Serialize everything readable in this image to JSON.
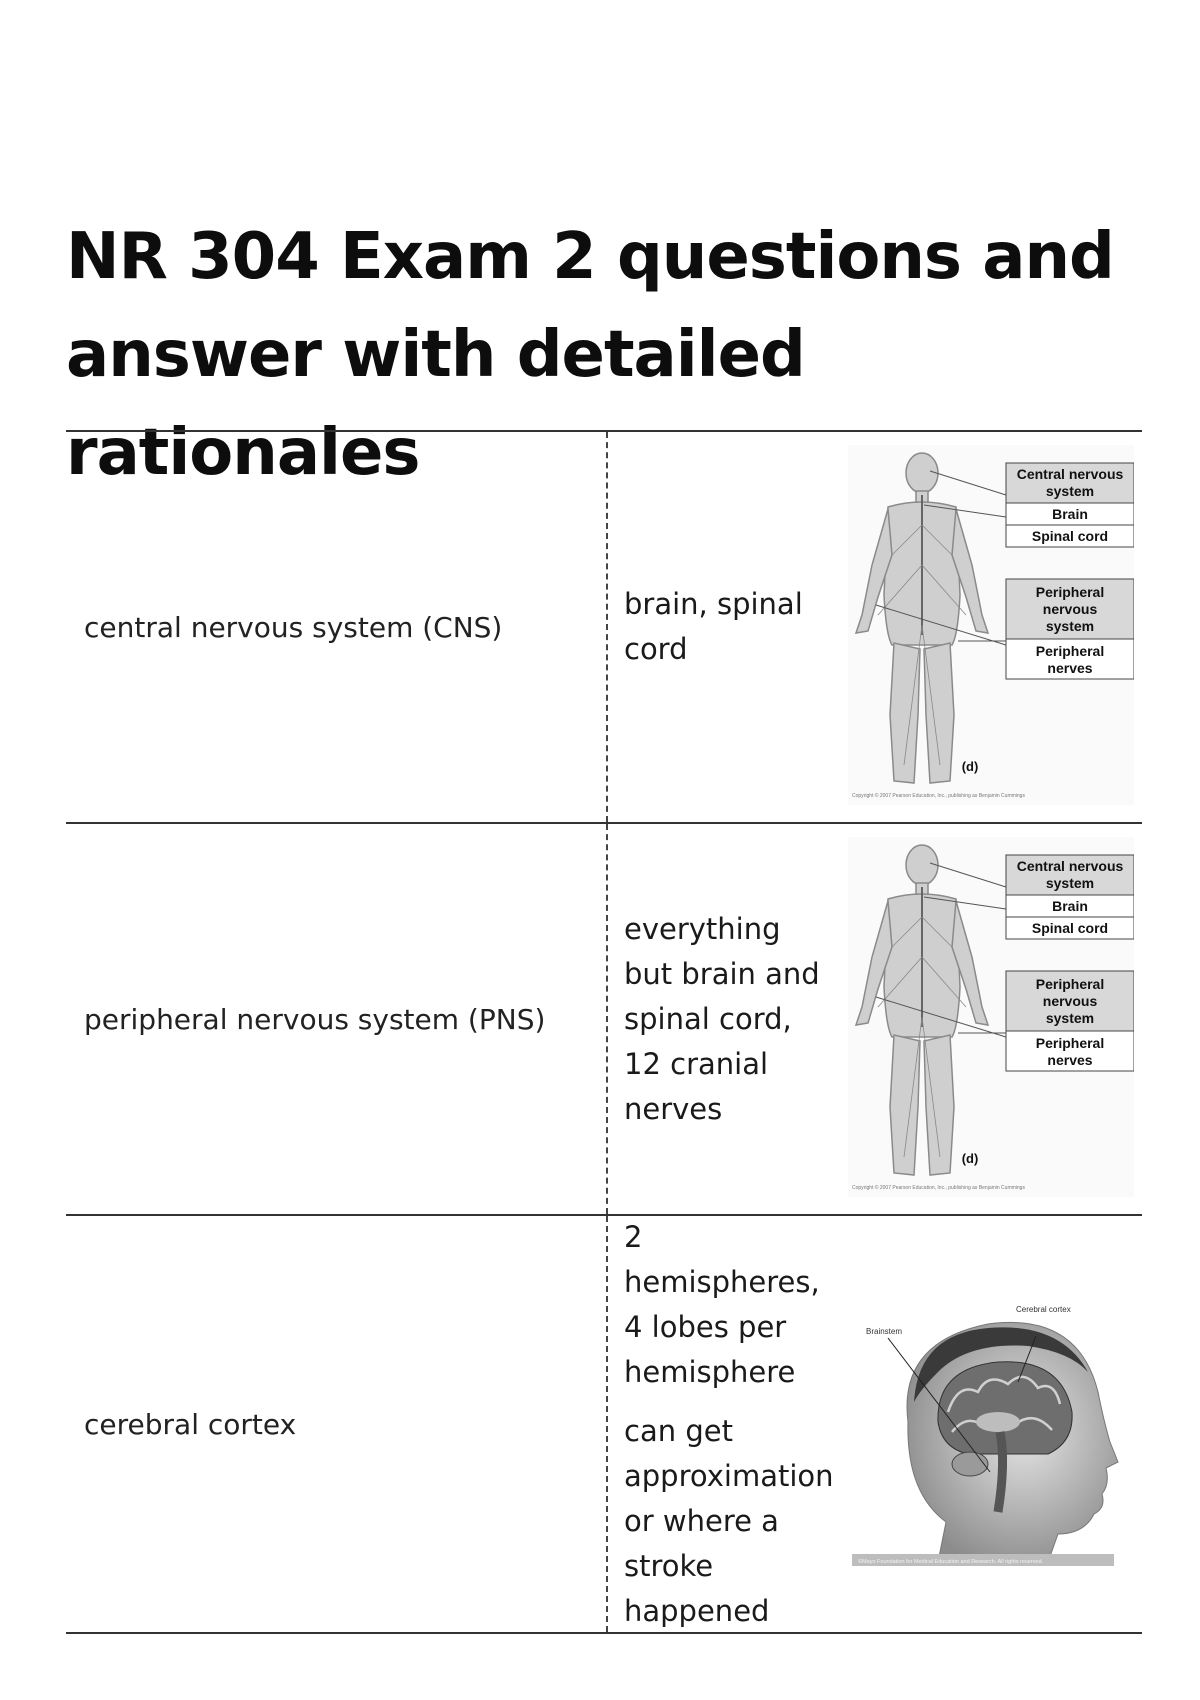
{
  "document": {
    "title_line1": "NR 304 Exam 2 questions and",
    "title_line2": "answer with detailed rationales"
  },
  "cards": [
    {
      "term": "central nervous system (CNS)",
      "definition": [
        "brain, spinal cord"
      ],
      "figure": {
        "labels": [
          "Central nervous system",
          "Brain",
          "Spinal cord",
          "Peripheral nervous system",
          "Peripheral nerves"
        ],
        "panel": "(d)",
        "credit": "Copyright © 2007 Pearson Education, Inc., publishing as Benjamin Cummings"
      }
    },
    {
      "term": "peripheral nervous system (PNS)",
      "definition": [
        "everything but brain and spinal cord, 12 cranial nerves"
      ],
      "figure": {
        "labels": [
          "Central nervous system",
          "Brain",
          "Spinal cord",
          "Peripheral nervous system",
          "Peripheral nerves"
        ],
        "panel": "(d)",
        "credit": "Copyright © 2007 Pearson Education, Inc., publishing as Benjamin Cummings"
      }
    },
    {
      "term": "cerebral cortex",
      "definition": [
        "2 hemispheres, 4 lobes per hemisphere",
        "can get approximation or where a stroke happened"
      ],
      "figure": {
        "labels": [
          "Brainstem",
          "Cerebral cortex"
        ],
        "credit": "©Mayo Foundation for Medical Education and Research. All rights reserved."
      }
    }
  ]
}
